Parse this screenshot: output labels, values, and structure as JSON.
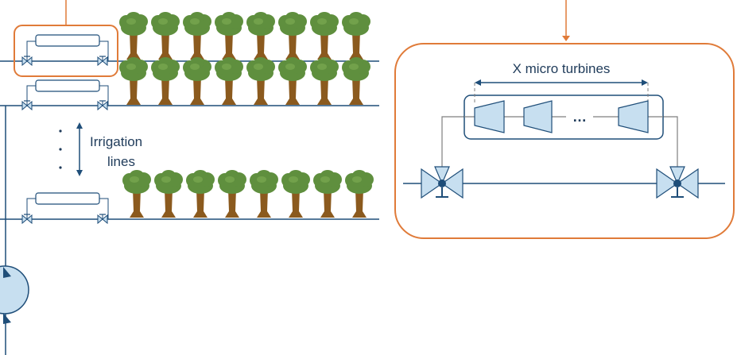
{
  "labels": {
    "irrigation_line1": "Irrigation",
    "irrigation_line2": "lines",
    "turbines": "X micro turbines",
    "ellipsis": "…"
  },
  "rows": [
    {
      "name": "row-1",
      "tree_count": 8,
      "highlighted": true
    },
    {
      "name": "row-2",
      "tree_count": 8,
      "highlighted": false
    },
    {
      "name": "row-3",
      "tree_count": 8,
      "highlighted": false
    }
  ],
  "turbine_units_shown": 3,
  "colors": {
    "pipe": "#1f4e79",
    "highlight": "#e07b39",
    "valve_fill": "#c7dff0",
    "tree_crown": "#5f8f3e",
    "tree_crown_light": "#7fae55",
    "trunk": "#8b5a1e",
    "text": "#1f3b5a",
    "bypass": "#7f7f7f"
  }
}
